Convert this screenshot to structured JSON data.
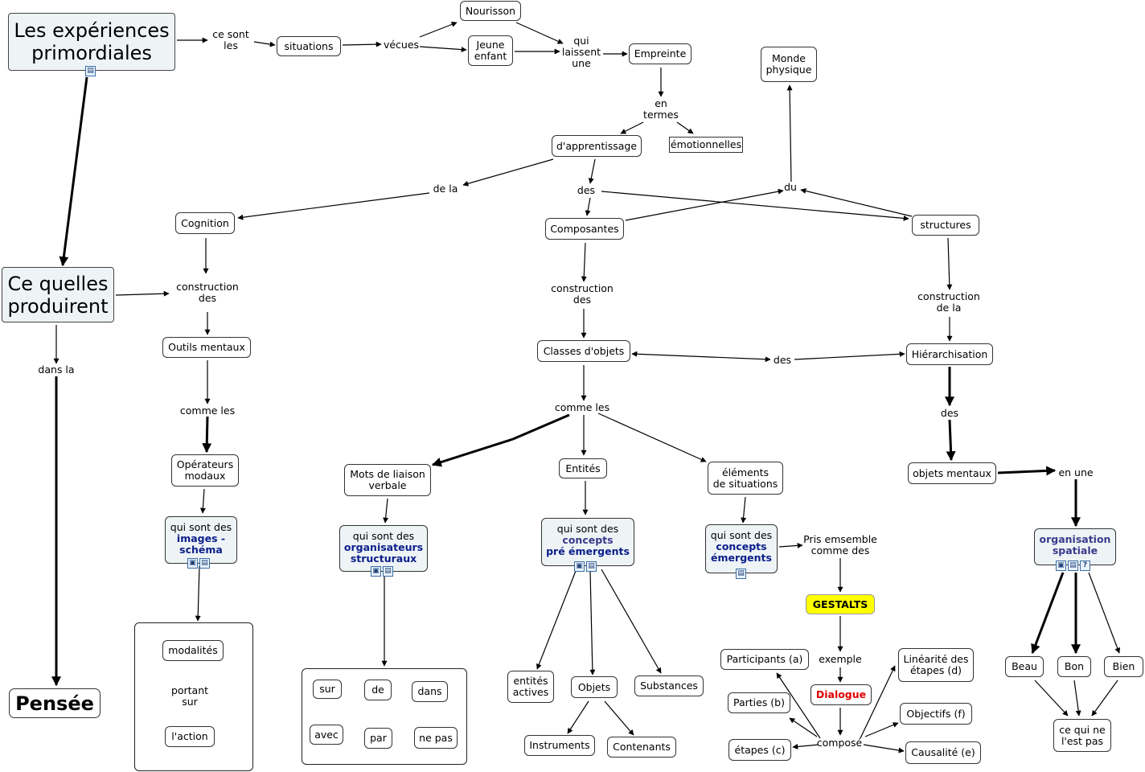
{
  "nodes": {
    "exp": "Les expériences\nprimordiales",
    "sont_les": "ce sont\nles",
    "situations": "situations",
    "vecues": "vécues",
    "nourisson": "Nourisson",
    "jeune": "Jeune\nenfant",
    "qui_laissent": "qui\nlaissent\nune",
    "empreinte": "Empreinte",
    "en_termes": "en\ntermes",
    "apprentissage": "d'apprentissage",
    "emotionnelles": "émotionnelles",
    "monde": "Monde\nphysique",
    "du": "du",
    "de_la": "de la",
    "des1": "des",
    "cognition": "Cognition",
    "composantes": "Composantes",
    "structures": "structures",
    "cequelles": "Ce quelles\nproduirent",
    "constr1": "construction\ndes",
    "constr2": "construction\ndes",
    "constr3": "construction\nde la",
    "outils": "Outils mentaux",
    "classes": "Classes d'objets",
    "des2": "des",
    "hierarch": "Hiérarchisation",
    "dans_la": "dans  la",
    "comme1": "comme les",
    "comme2": "comme les",
    "des3": "des",
    "operateurs": "Opérateurs\nmodaux",
    "mots": "Mots de liaison\nverbale",
    "entites": "Entités",
    "elements": "éléments\nde situations",
    "objets_mentaux": "objets mentaux",
    "en_une": "en une",
    "images_pre": "qui sont des",
    "images_b": "images -\nschéma",
    "org_pre": "qui sont des",
    "org_b": "organisateurs\nstructuraux",
    "cpe_pre": "qui sont des",
    "cpe_b1": "concepts",
    "cpe_b2": "pré émergents",
    "ce_pre": "qui sont des",
    "ce_b": "concepts\némergents",
    "pris": "Pris emsemble\ncomme des",
    "orgspat": "organisation\nspatiale",
    "gestalts": "GESTALTS",
    "exemple": "exemple",
    "dialogue": "Dialogue",
    "compose": "composé",
    "participants": "Participants (a)",
    "parties": "Parties (b)",
    "etapes": "étapes (c)",
    "linearite": "Linéarité des\nétapes (d)",
    "objectifs": "Objectifs (f)",
    "causalite": "Causalité (e)",
    "pensee": "Pensée",
    "modalites": "modalités",
    "portant": "portant\nsur",
    "action": "l'action",
    "sur": "sur",
    "de": "de",
    "dans": "dans",
    "avec": "avec",
    "par": "par",
    "nepas": "ne pas",
    "entites_actives": "entités\nactives",
    "objets": "Objets",
    "substances": "Substances",
    "instruments": "Instruments",
    "contenants": "Contenants",
    "beau": "Beau",
    "bon": "Bon",
    "bien": "Bien",
    "cequine": "ce qui ne\nl'est pas"
  }
}
